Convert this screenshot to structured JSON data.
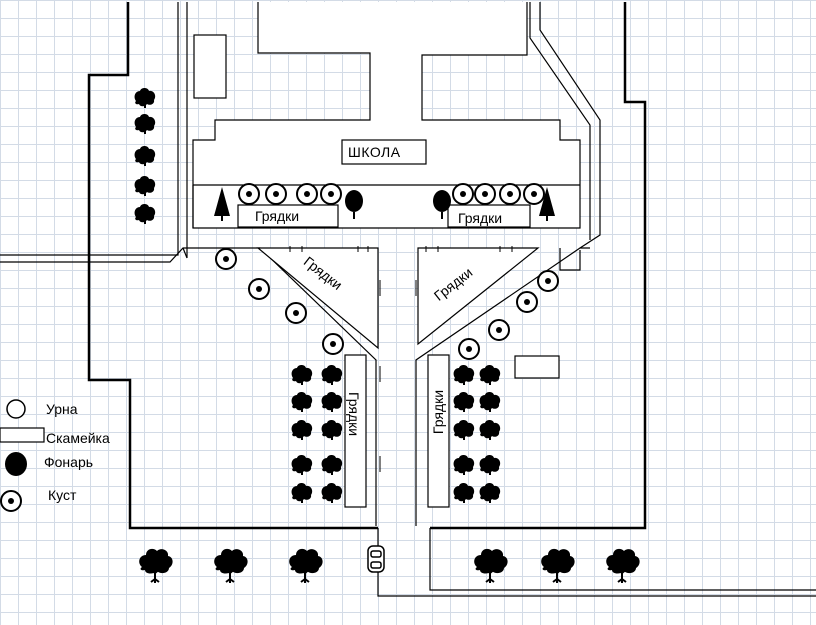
{
  "labels": {
    "school": "ШКОЛА",
    "beds": "Грядки"
  },
  "legend": {
    "urn": "Урна",
    "bench": "Скамейка",
    "lamp": "Фонарь",
    "bush": "Куст"
  }
}
